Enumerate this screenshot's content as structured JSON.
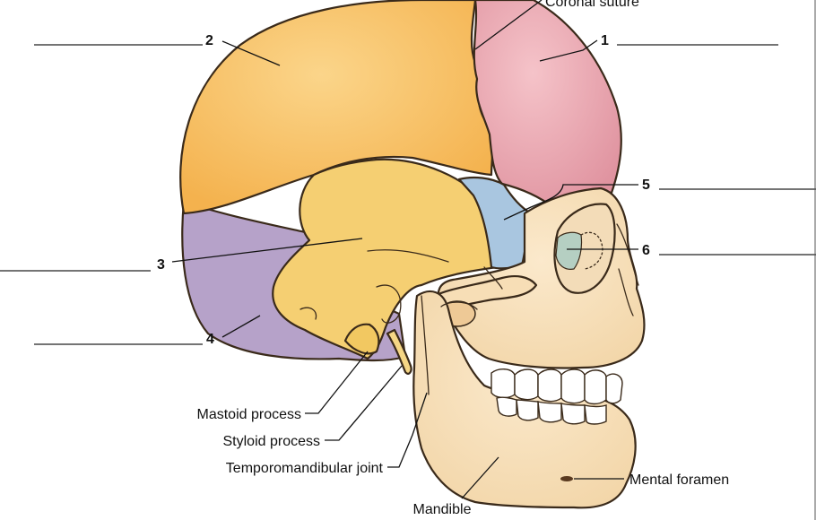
{
  "diagram": {
    "colors": {
      "frontal": "#e7a3ae",
      "parietal": "#f7be5c",
      "temporal": "#f5cf72",
      "occipital": "#b6a2c9",
      "sphenoid": "#a9c6e0",
      "ethmoid": "#b5cfc2",
      "face": "#f7deb6",
      "teeth": "#ffffff",
      "outline": "#3a2a1a"
    },
    "numbered_labels": [
      "1",
      "2",
      "3",
      "4",
      "5",
      "6"
    ],
    "labels": {
      "coronal_suture": "Coronal suture",
      "mastoid_process": "Mastoid process",
      "styloid_process": "Styloid process",
      "temporomandibular_joint": "Temporomandibular joint",
      "mandible": "Mandible",
      "mental_foramen": "Mental foramen"
    }
  }
}
